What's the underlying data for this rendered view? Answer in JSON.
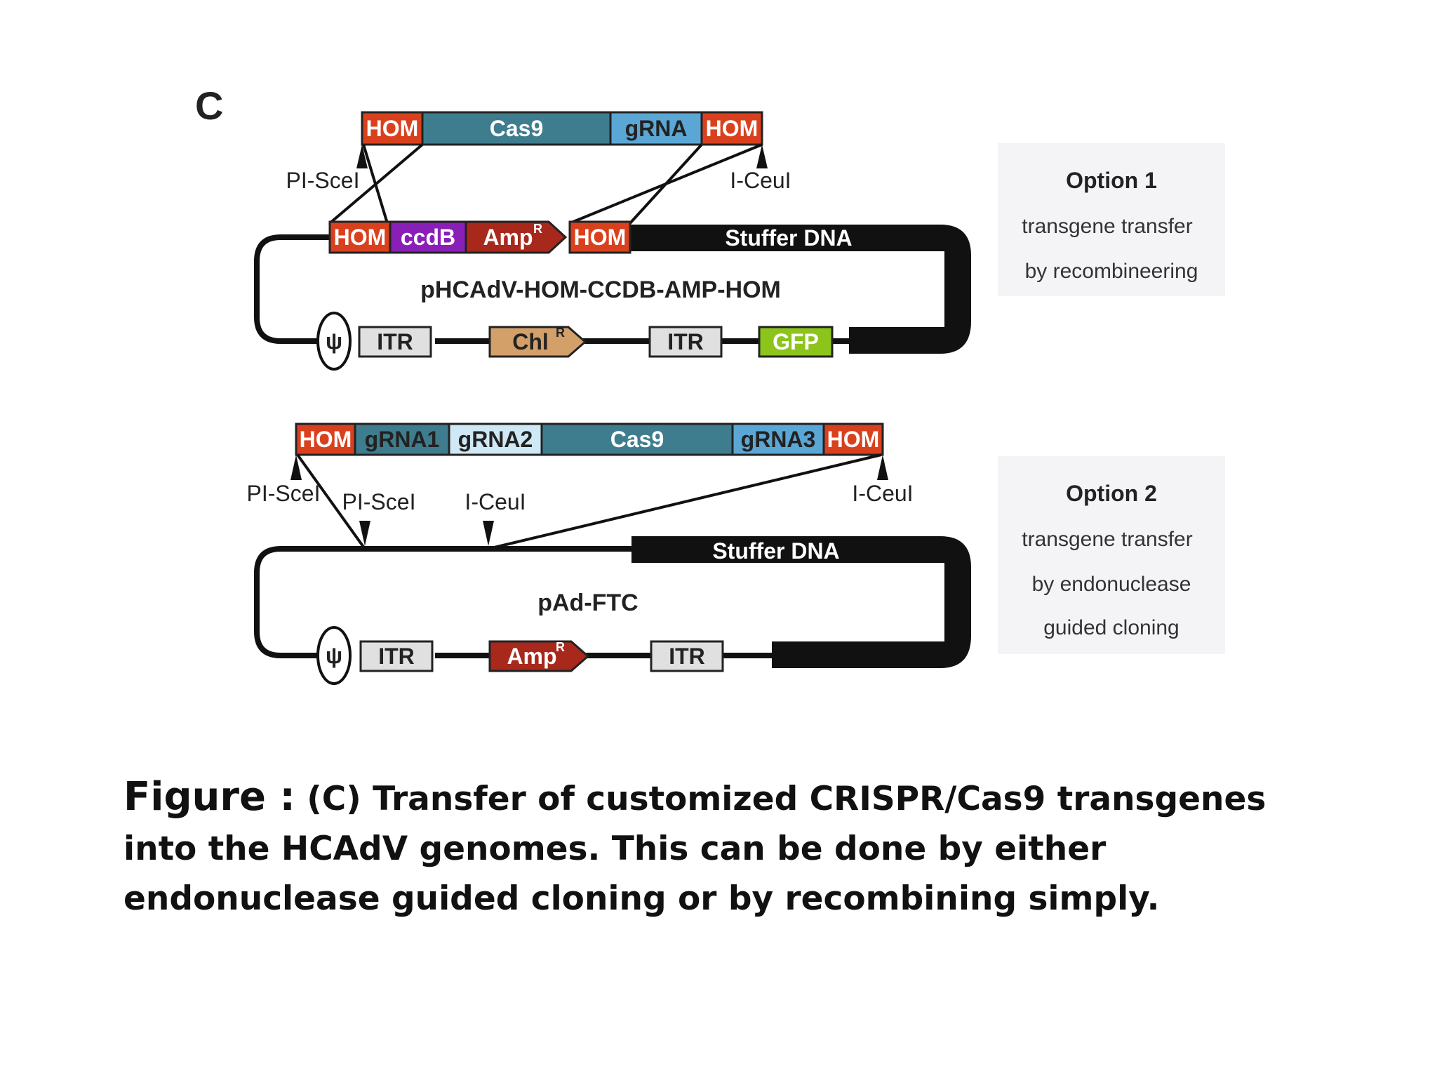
{
  "panel_letter": "C",
  "option1": {
    "insert": [
      "HOM",
      "Cas9",
      "gRNA",
      "HOM"
    ],
    "sites": [
      "PI-SceI",
      "I-CeuI"
    ],
    "backbone_top": [
      "HOM",
      "ccdB",
      "Amp",
      "HOM",
      "Stuffer DNA"
    ],
    "amp_sup": "R",
    "plasmid_name": "pHCAdV-HOM-CCDB-AMP-HOM",
    "backbone_bottom": [
      "ψ",
      "ITR",
      "Chl",
      "ITR",
      "GFP"
    ],
    "chl_sup": "R",
    "box_title": "Option 1",
    "box_lines": [
      "transgene transfer",
      "by recombineering"
    ]
  },
  "option2": {
    "insert": [
      "HOM",
      "gRNA1",
      "gRNA2",
      "Cas9",
      "gRNA3",
      "HOM"
    ],
    "insert_sites": [
      "PI-SceI",
      "I-CeuI"
    ],
    "backbone_sites": [
      "PI-SceI",
      "I-CeuI"
    ],
    "stuffer": "Stuffer DNA",
    "plasmid_name": "pAd-FTC",
    "backbone_bottom": [
      "ψ",
      "ITR",
      "Amp",
      "ITR"
    ],
    "amp_sup": "R",
    "box_title": "Option  2",
    "box_lines": [
      "transgene transfer",
      "by endonuclease",
      "guided cloning"
    ]
  },
  "colors": {
    "hom": "#d9411e",
    "cas9": "#3e7d8e",
    "grna": "#5aa7d6",
    "grna2": "#cfe8f5",
    "ccdb": "#8a1fb8",
    "amp": "#a8281c",
    "chl": "#d4a06a",
    "gfp": "#8cc41c",
    "itr": "#e0e0e0",
    "option_box": "#f4f4f6"
  },
  "caption": {
    "lead": "Figure :",
    "body": "(C) Transfer of customized CRISPR/Cas9 transgenes into the HCAdV genomes. This can be done by either endonuclease guided cloning or by recombining simply."
  }
}
